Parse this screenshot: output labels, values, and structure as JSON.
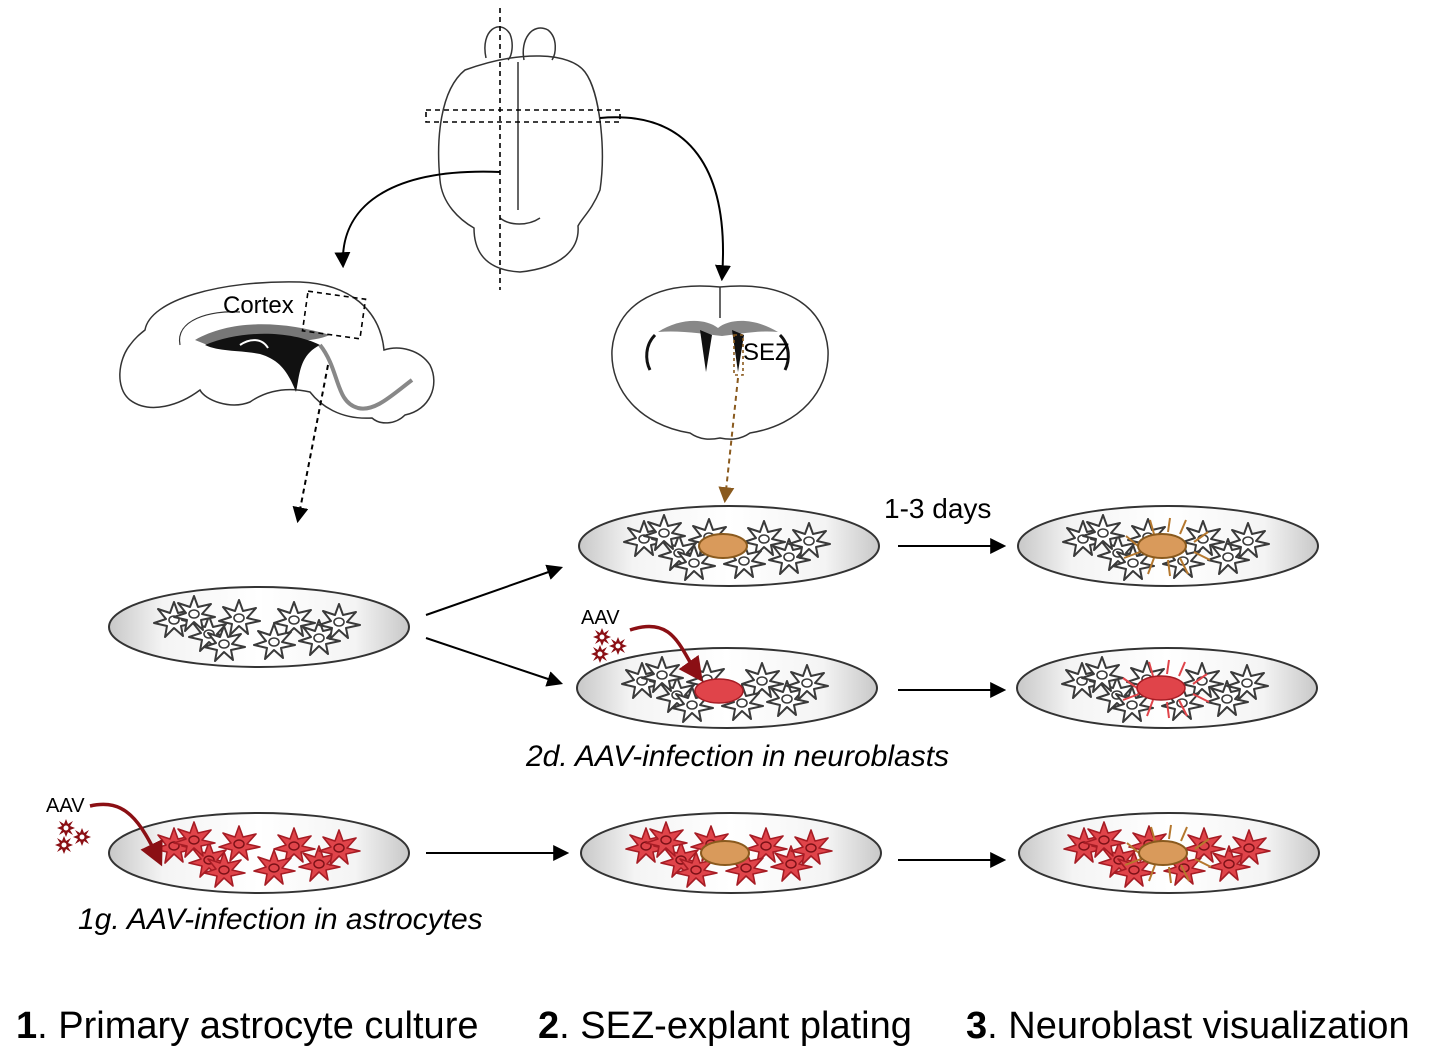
{
  "labels": {
    "cortex": "Cortex",
    "sez": "SEZ",
    "days": "1-3 days",
    "aav_top": "AAV",
    "aav_bottom": "AAV"
  },
  "captions": {
    "neuroblast_infection": "2d. AAV-infection in neuroblasts",
    "astrocyte_infection": "1g. AAV-infection in astrocytes"
  },
  "steps": [
    {
      "number": "1",
      "text": ". Primary astrocyte culture"
    },
    {
      "number": "2",
      "text": ". SEZ-explant plating"
    },
    {
      "number": "3",
      "text": ". Neuroblast visualization"
    }
  ],
  "colors": {
    "astrocyte_outline": "#3a3a3a",
    "astrocyte_red": "#e0444a",
    "explant_orange": "#d99a5b",
    "explant_outline": "#8a5a1e",
    "neuroblast_red": "#d8303c",
    "virus_red": "#8b0f14",
    "dish_gray": "#d9d9d9"
  }
}
